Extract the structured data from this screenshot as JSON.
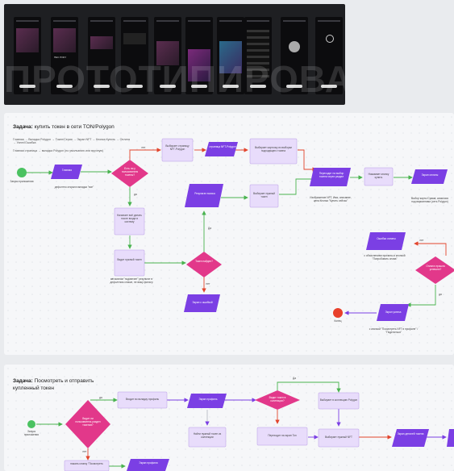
{
  "banner": {
    "watermark": "ПРОТОТИПИРОВАНИЕ",
    "screens": [
      {
        "title": "",
        "button": ""
      },
      {
        "title": "ПЕС РОКУ",
        "button": ""
      },
      {
        "title": "",
        "button": ""
      },
      {
        "title": "",
        "button": ""
      },
      {
        "title": "",
        "button": ""
      },
      {
        "title": "",
        "button": ""
      },
      {
        "title": "",
        "button": ""
      },
      {
        "title": "",
        "button": ""
      },
      {
        "title": "",
        "button": ""
      }
    ]
  },
  "flow1": {
    "task_prefix": "Задача:",
    "task_text": " купить токен в сети TON/Polygon",
    "path1": "Главная → Вкладка Polygon → Токен/Серия → Экран NFT → Кнопка Купить → Оплата → Успех/Ошибка",
    "path2": "Главная страница → вкладка Polygon (по умолчанию или вручную)",
    "start_label": "Запуск приложения",
    "n1": "Главная",
    "n1_note": "дефолтно открыта вкладка \"все\"",
    "d1": "Есть ли у пользователя токены?",
    "yes1": "да",
    "no1": "нет",
    "n2": "Выбирает страницу NFT-Polygon",
    "n3": "страница NFT-Polygon",
    "n4": "Выбирает карточку из выборки подходящего токена",
    "n5": "Переходит на выбор токена через раздел",
    "n5_note": "Изображение NFT, Имя, описание, цена Кнопка \"Купить сейчас\"",
    "n6": "Нажимает кнопку купить",
    "n7": "Экран оплаты",
    "n7_note": "Выбор карты Сумма, комиссия под вариантами (сеть Polygon)",
    "n8": "Начинает всё делать после входа в систему",
    "n9": "Видит нужный токен",
    "n9_note": "автоматом \"подсвечен\" результат в дефолтном списке, не вижу фильтр",
    "d2": "Токен найден?",
    "yes2": "Да",
    "no2": "нет",
    "n10": "Результат поиска",
    "n11": "Выбирает нужный токен",
    "n12": "Экран с ошибкой",
    "n13": "Ошибка оплаты",
    "n13_note": "с объяснением причины и кнопкой \"Попробовать снова\"",
    "d3": "Оплата прошла успешно?",
    "no3": "нет",
    "yes3": "да",
    "n14": "Экран успеха",
    "n14_note": "с кнопкой \"Посмотреть NFT в профиле\" / \"Поделиться\"",
    "end_label": "Конец"
  },
  "flow2": {
    "task_prefix": "Задача:",
    "task_text": " Посмотреть и отправить купленный токен",
    "start_label": "Запуск приложения",
    "d1": "Видит ли пользователь раздел токенов?",
    "yes1": "да",
    "no1": "нет",
    "n1": "Входит во вкладку профиль",
    "n2": "Экран профиль",
    "n3": "Найти нужный токен из коллекции",
    "d2": "Видит токен в коллекции?",
    "yes2": "Да",
    "n4": "Выбирает в коллекцию Polygon",
    "n5": "Переходит на экран Ton",
    "n6": "Выбирает нужный NFT",
    "n7": "Экран деталей токена",
    "n8": "нажать кнопку \"Посмотреть",
    "n9": "Экран профиля"
  },
  "colors": {
    "process": "#7b3fe4",
    "process_light": "#e8dcfb",
    "decision": "#e2388a",
    "start": "#4bc261",
    "end": "#e8402b",
    "arrow_yes": "#49b34f",
    "arrow_no": "#e2442c",
    "arrow_flow": "#7b3fe4"
  }
}
